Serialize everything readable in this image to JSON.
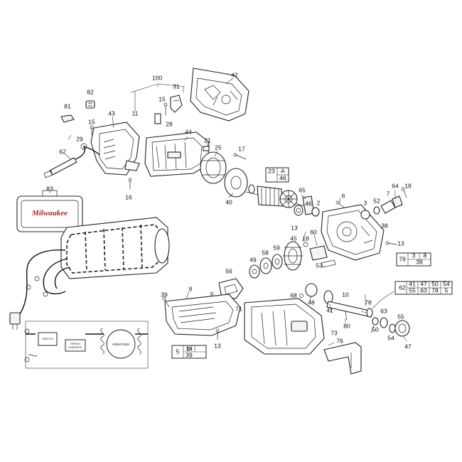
{
  "brand": "Milwaukee",
  "part_labels": [
    "100",
    "42",
    "82",
    "81",
    "31",
    "15",
    "11",
    "43",
    "28",
    "44",
    "15",
    "21",
    "29",
    "67",
    "25",
    "17",
    "23",
    "16",
    "40",
    "A",
    "46",
    "83",
    "65",
    "6",
    "64",
    "18",
    "2",
    "52",
    "3",
    "7",
    "46",
    "13",
    "38",
    "60",
    "13",
    "18",
    "45",
    "79",
    "3",
    "8",
    "38",
    "58",
    "59",
    "49",
    "53",
    "56",
    "62",
    "41",
    "47",
    "50",
    "54",
    "55",
    "63",
    "78",
    "5",
    "14",
    "39",
    "8",
    "68",
    "48",
    "10",
    "71",
    "41",
    "78",
    "63",
    "80",
    "5",
    "6",
    "39",
    "13",
    "73",
    "50",
    "54",
    "55",
    "47",
    "76"
  ],
  "wiring": {
    "switch": "SWITCH",
    "speed_control_1": "SPEED",
    "speed_control_2": "CONTROL",
    "armature": "ARMATURE"
  }
}
